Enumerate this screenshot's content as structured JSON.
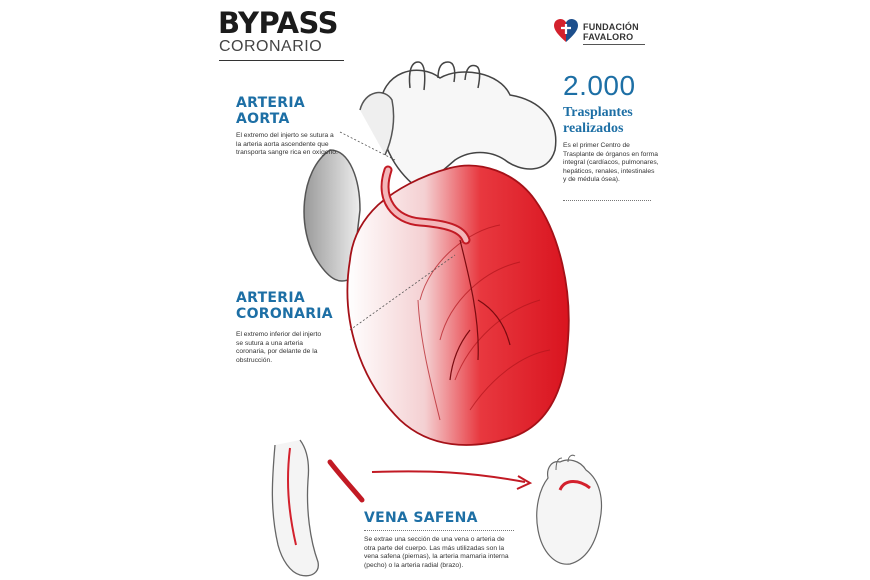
{
  "header": {
    "title": "BYPASS",
    "subtitle": "CORONARIO"
  },
  "logo": {
    "line1": "FUNDACIÓN",
    "line2": "FAVALORO",
    "accent_red": "#d3212d",
    "accent_blue": "#1d4f8c"
  },
  "stat": {
    "number": "2.000",
    "label": "Trasplantes realizados",
    "description": "Es el primer Centro de Trasplante de órganos en forma integral (cardíacos, pulmonares, hepáticos, renales, intestinales y de médula ósea)."
  },
  "labels": {
    "aorta": {
      "heading_line1": "ARTERIA",
      "heading_line2": "AORTA",
      "text": "El extremo del injerto se sutura a la arteria aorta ascendente que transporta sangre rica en oxígeno."
    },
    "coronaria": {
      "heading_line1": "ARTERIA",
      "heading_line2": "CORONARIA",
      "text": "El extremo inferior del injerto se sutura a una arteria coronaria, por delante de la obstrucción."
    },
    "vena": {
      "heading": "VENA SAFENA",
      "text": "Se extrae una sección de una vena o arteria de otra parte del cuerpo. Las más utilizadas son la vena safena (piernas), la arteria mamaria interna (pecho) o la arteria radial (brazo)."
    }
  },
  "colors": {
    "heading_blue": "#1d6fa5",
    "heart_red": "#e0222c",
    "sketch_gray": "#8a8a8a"
  }
}
